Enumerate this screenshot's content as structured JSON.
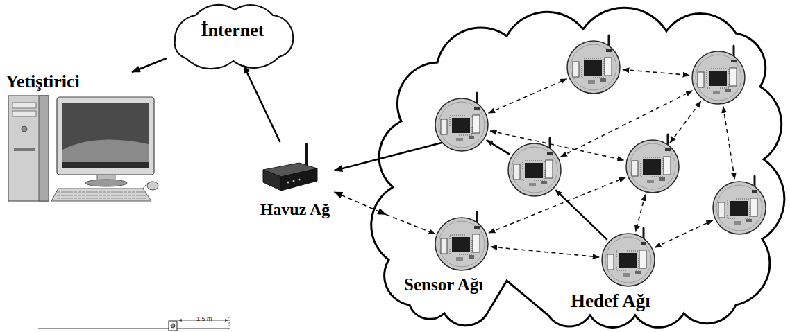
{
  "diagram": {
    "nodes": [
      {
        "text": [
          "Yetiştirici"
        ]
      },
      {
        "text": [
          "İnternet"
        ]
      },
      {
        "text": [
          "Havuz Ağ"
        ]
      },
      {
        "text": [
          "Sensor Ağı",
          "Hedef Ağı"
        ]
      }
    ],
    "edges": [
      {
        "from": 1,
        "to": 0,
        "arrow": "to"
      },
      {
        "from": 2,
        "to": 1,
        "arrow": "to"
      },
      {
        "from": 3,
        "to": 2,
        "arrow": "to"
      },
      {
        "from": 2,
        "to": 3,
        "arrow": "both"
      }
    ],
    "labels": [
      "1.5 m"
    ]
  }
}
